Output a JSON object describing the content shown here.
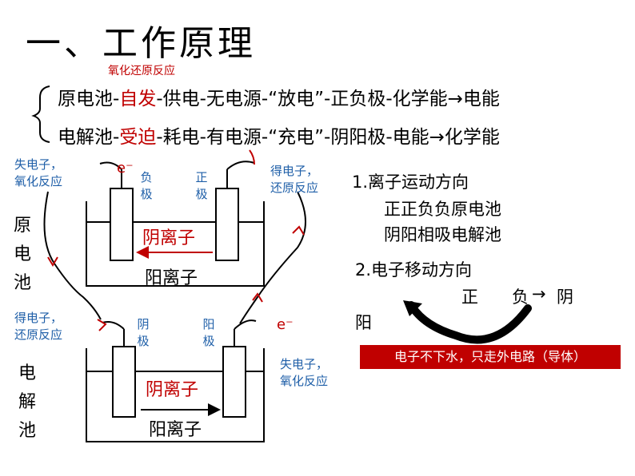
{
  "title": "一、工作原理",
  "subtitle": "氧化还原反应",
  "line1": {
    "a": "原电池-",
    "b": "自发",
    "c": "-供电-无电源-“放电”-正负极-化学能→电能"
  },
  "line2": {
    "a": "电解池-",
    "b": "受迫",
    "c": "-耗电-有电源-“充电”-阴阳极-电能→化学能"
  },
  "cell1": {
    "side_label": "原电池",
    "left_note": "失电子，\n氧化反应",
    "right_note": "得电子，\n还原反应",
    "electron": "e⁻",
    "left_electrode": "负极",
    "right_electrode": "正极",
    "anion": "阴离子",
    "cation": "阳离子"
  },
  "cell2": {
    "side_label": "电解池",
    "left_note": "得电子，\n还原反应",
    "right_note": "失电子，\n氧化反应",
    "electron": "e⁻",
    "left_electrode": "阴极",
    "right_electrode": "阳极",
    "anion": "阴离子",
    "cation": "阳离子"
  },
  "panel": {
    "h1": "1.离子运动方向",
    "r1": "正正负负原电池",
    "r2": "阴阳相吸电解池",
    "h2": "2.电子移动方向",
    "pos": "正",
    "neg": "负",
    "arrow": "→",
    "cathode": "阴",
    "anode": "阳",
    "banner": "电子不下水，只走外电路（导体）"
  },
  "colors": {
    "accent_red": "#c00000",
    "note_blue": "#1f5fa8"
  }
}
